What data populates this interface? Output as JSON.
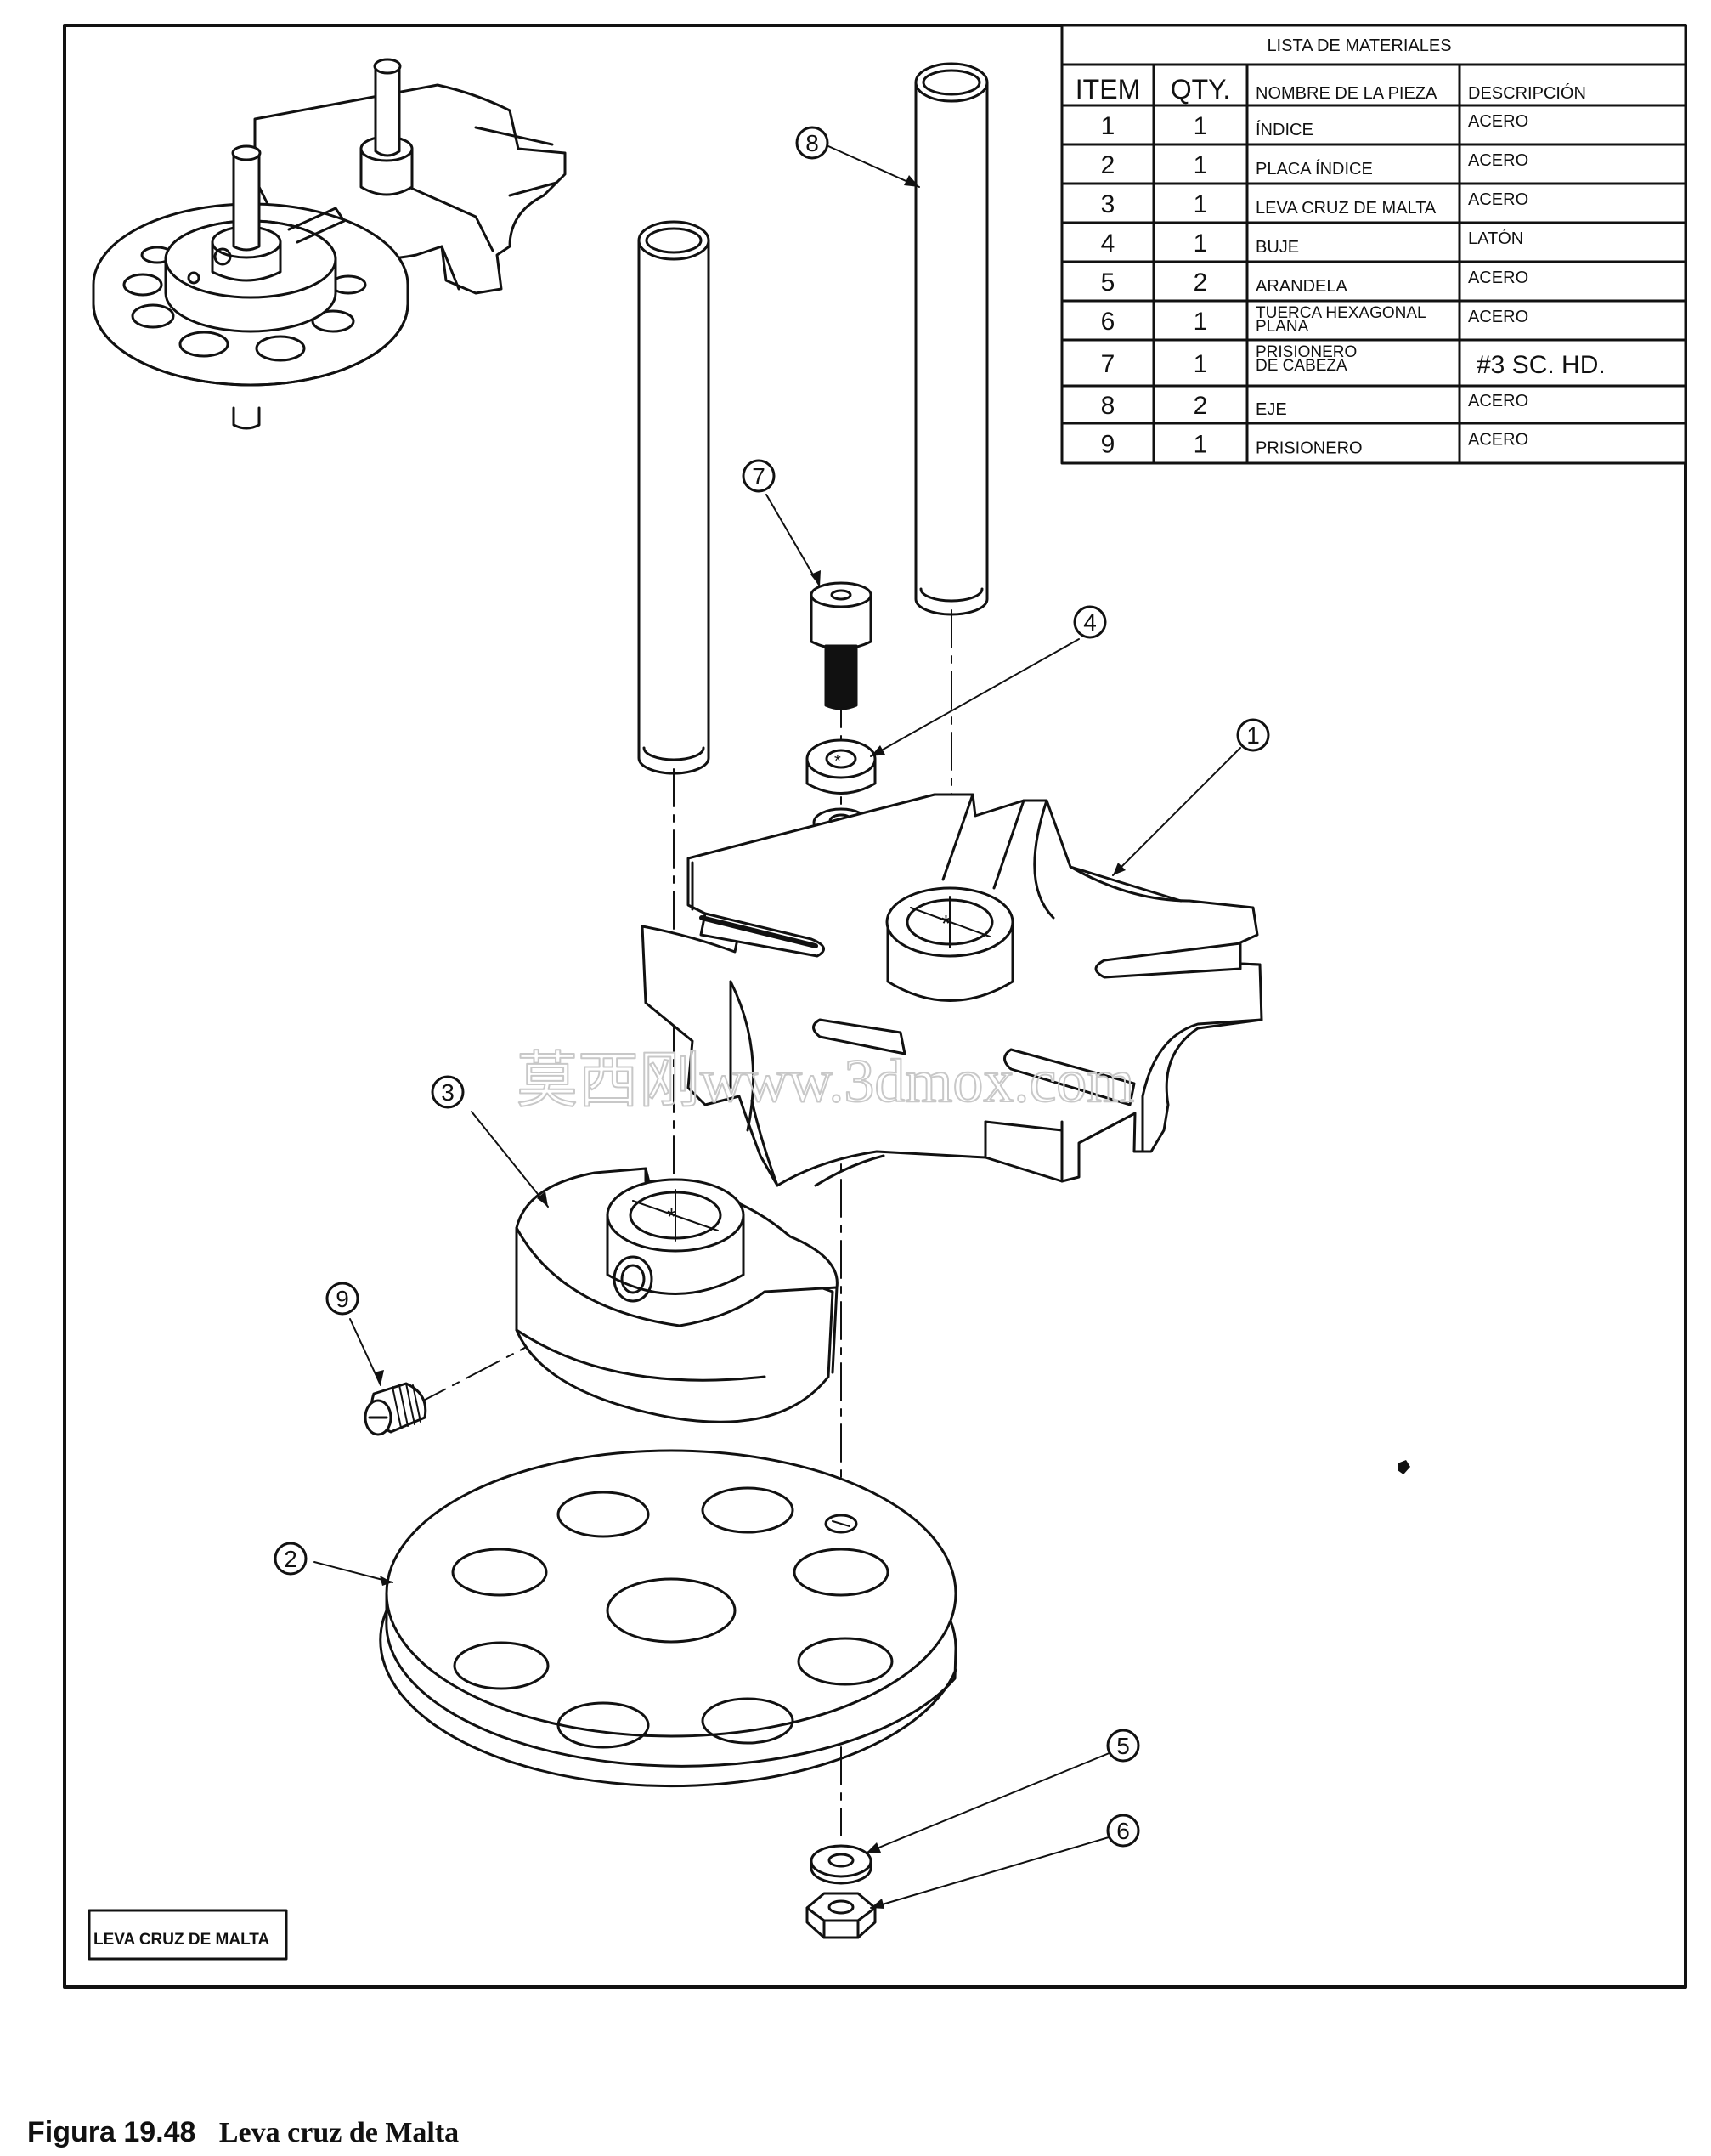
{
  "bom": {
    "title": "LISTA DE MATERIALES",
    "headers": [
      "ITEM",
      "QTY.",
      "NOMBRE DE LA PIEZA",
      "DESCRIPCIÓN"
    ],
    "rows": [
      {
        "item": "1",
        "qty": "1",
        "name": [
          "ÍNDICE"
        ],
        "desc": "ACERO"
      },
      {
        "item": "2",
        "qty": "1",
        "name": [
          "PLACA ÍNDICE"
        ],
        "desc": "ACERO"
      },
      {
        "item": "3",
        "qty": "1",
        "name": [
          "LEVA CRUZ DE MALTA"
        ],
        "desc": "ACERO"
      },
      {
        "item": "4",
        "qty": "1",
        "name": [
          "BUJE"
        ],
        "desc": "LATÓN"
      },
      {
        "item": "5",
        "qty": "2",
        "name": [
          "ARANDELA"
        ],
        "desc": "ACERO"
      },
      {
        "item": "6",
        "qty": "1",
        "name": [
          "TUERCA HEXAGONAL",
          "PLANA"
        ],
        "desc": "ACERO"
      },
      {
        "item": "7",
        "qty": "1",
        "name": [
          "PRISIONERO",
          "DE CABEZA"
        ],
        "desc": "#3 SC. HD."
      },
      {
        "item": "8",
        "qty": "2",
        "name": [
          "EJE"
        ],
        "desc": "ACERO"
      },
      {
        "item": "9",
        "qty": "1",
        "name": [
          "PRISIONERO"
        ],
        "desc": "ACERO"
      }
    ]
  },
  "balloons": [
    "1",
    "2",
    "3",
    "4",
    "5",
    "6",
    "7",
    "8",
    "9"
  ],
  "title_block": "LEVA CRUZ DE MALTA",
  "watermark": "莫西刚www.3dmox.com",
  "caption": {
    "number": "Figura 19.48",
    "text": "Leva cruz de Malta"
  }
}
